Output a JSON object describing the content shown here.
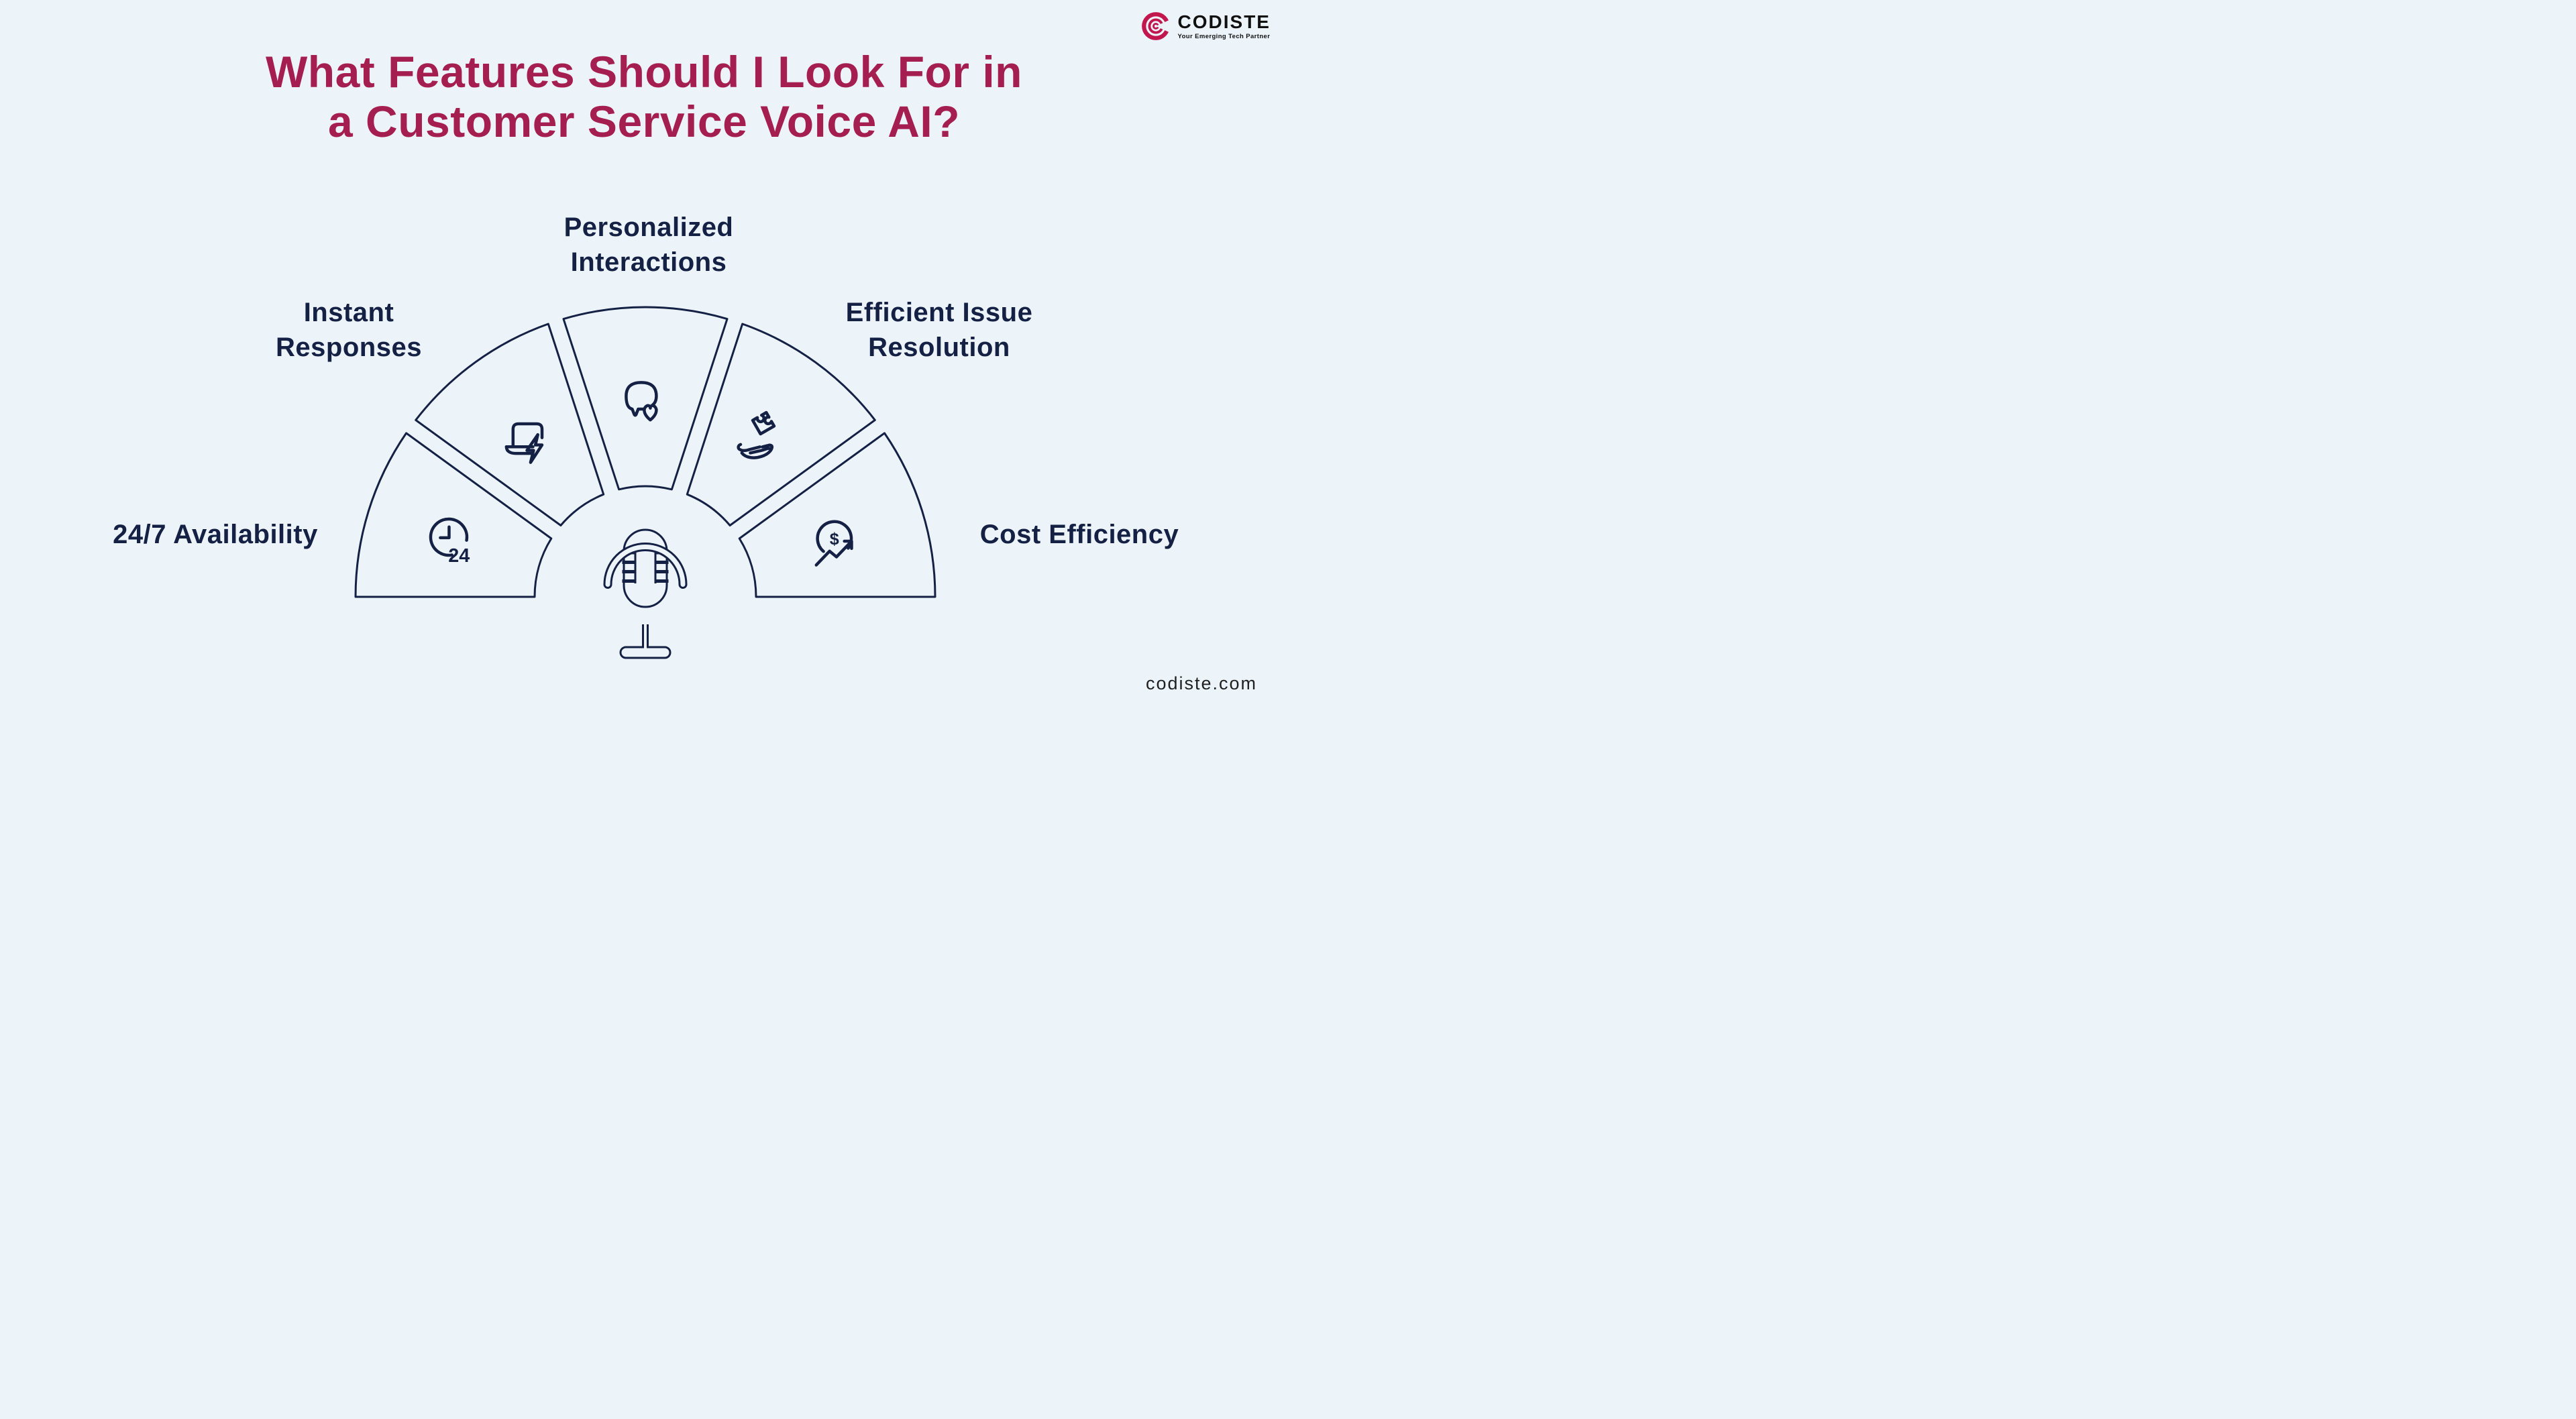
{
  "theme": {
    "bg": "#EDF4F9",
    "navy": "#142145",
    "crimson": "#A51E50",
    "brand": "#C2164F",
    "ink": "#101010"
  },
  "header": {
    "title_lines": [
      "What Features Should I Look For in",
      "a Customer Service Voice AI?"
    ]
  },
  "logo": {
    "name": "CODISTE",
    "tagline": "Your Emerging Tech Partner",
    "brand_color": "#C2164F"
  },
  "diagram": {
    "type": "semicircular-fan",
    "center_icon": "microphone",
    "features": [
      {
        "label": "24/7 Availability",
        "icon": "clock-24",
        "icon_text": "24"
      },
      {
        "label": "Instant Responses",
        "icon": "laptop-lightning",
        "icon_text": ""
      },
      {
        "label": "Personalized Interactions",
        "icon": "chat-heart",
        "icon_text": ""
      },
      {
        "label": "Efficient Issue Resolution",
        "icon": "hand-puzzle",
        "icon_text": ""
      },
      {
        "label": "Cost Efficiency",
        "icon": "dollar-growth",
        "icon_text": "$"
      }
    ]
  },
  "footer": {
    "website": "codiste.com"
  }
}
